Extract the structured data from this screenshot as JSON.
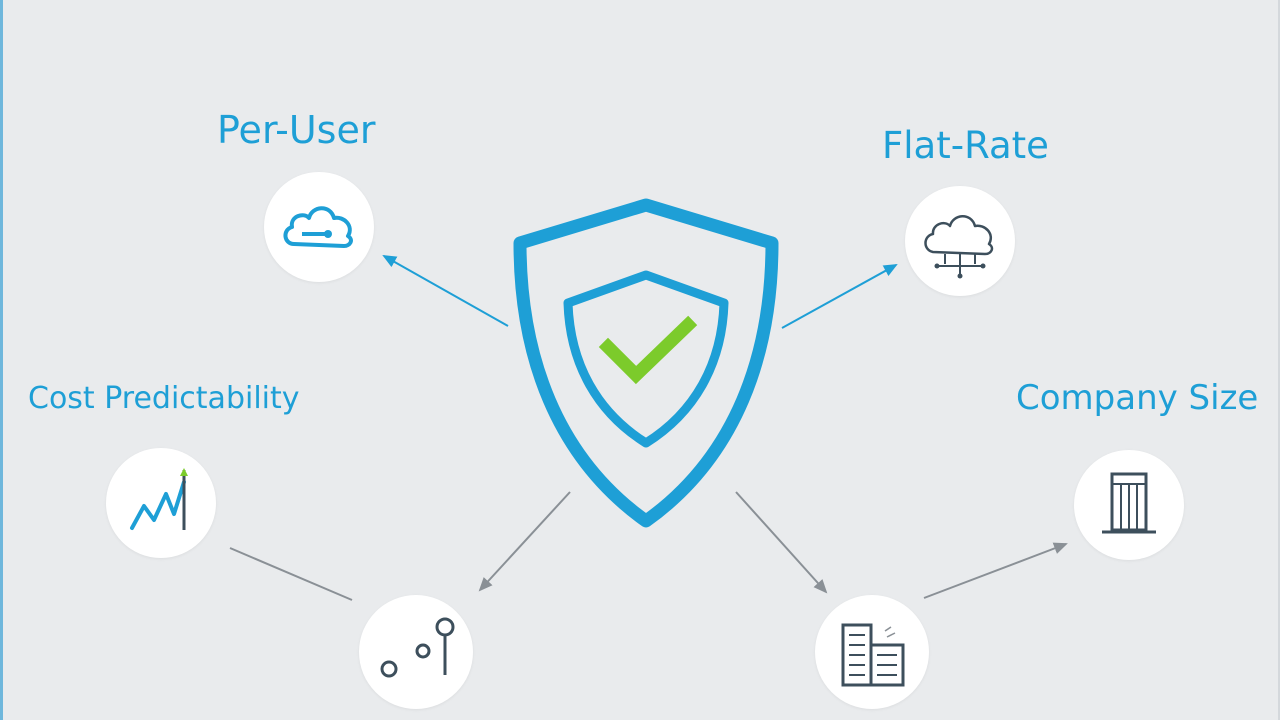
{
  "labels": {
    "per_user": "Per-User",
    "flat_rate": "Flat-Rate",
    "cost_predictability": "Cost Predictability",
    "company_size": "Company Size"
  },
  "icons": {
    "center": "shield-check-icon",
    "per_user": "cloud-key-icon",
    "flat_rate": "cloud-network-icon",
    "cost_predictability": "line-chart-icon",
    "nodes": "connected-nodes-icon",
    "office": "office-building-icon",
    "company_size": "tower-building-icon"
  },
  "colors": {
    "background": "#e9ebed",
    "accent_blue": "#1e9fd6",
    "check_green": "#7ccb2b",
    "icon_dark": "#3d4f5c",
    "connector_gray": "#8a9096"
  }
}
